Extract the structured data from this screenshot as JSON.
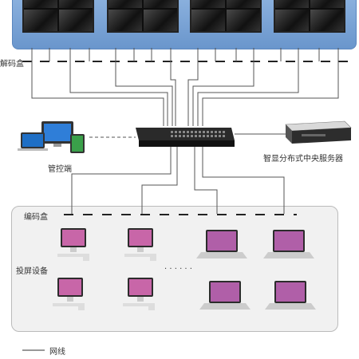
{
  "labels": {
    "decoder": "解码盒",
    "control": "管控端",
    "server": "智显分布式中央服务器",
    "encoder": "编码盒",
    "projection": "投屏设备",
    "dots": "· · · · · ·",
    "legend_network": "网线"
  },
  "colors": {
    "wall": "#7aa3d6",
    "screen": "#111111",
    "switch": "#1b1b1b",
    "line": "#555555",
    "encoder_panel": "#f1f1f1"
  },
  "icons": {
    "switch": "network-switch-icon",
    "server": "rack-server-icon",
    "control": "pc-tablet-phone-icon",
    "desktop": "imac-desktop-icon",
    "laptop": "macbook-laptop-icon"
  }
}
